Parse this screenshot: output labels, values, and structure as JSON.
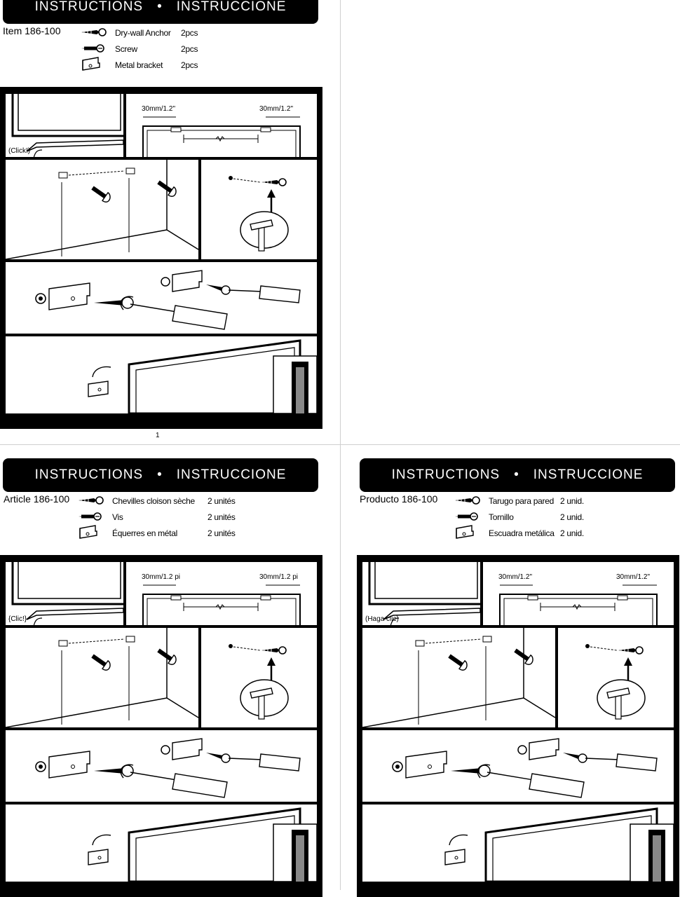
{
  "sheets": [
    {
      "id": "en",
      "header": {
        "left": "INSTRUCTIONS",
        "bullet": "•",
        "right": "INSTRUCCIONE"
      },
      "item_label": "Item 186-100",
      "parts": [
        {
          "name": "Dry-wall Anchor",
          "qty": "2pcs",
          "icon": "drywall-anchor-icon"
        },
        {
          "name": "Screw",
          "qty": "2pcs",
          "icon": "screw-icon"
        },
        {
          "name": "Metal bracket",
          "qty": "2pcs",
          "icon": "metal-bracket-icon"
        }
      ],
      "click_label": "(Click!)",
      "measure_left": "30mm/1.2\"",
      "measure_right": "30mm/1.2\"",
      "page_number": "1"
    },
    {
      "id": "fr",
      "header": {
        "left": "INSTRUCTIONS",
        "bullet": "•",
        "right": "INSTRUCCIONE"
      },
      "item_label": "Article 186-100",
      "parts": [
        {
          "name": "Chevilles cloison sèche",
          "qty": "2 unités",
          "icon": "drywall-anchor-icon"
        },
        {
          "name": "Vis",
          "qty": "2 unités",
          "icon": "screw-icon"
        },
        {
          "name": "Équerres en métal",
          "qty": "2 unités",
          "icon": "metal-bracket-icon"
        }
      ],
      "click_label": "{Clic!}",
      "measure_left": "30mm/1.2 pi",
      "measure_right": "30mm/1.2 pi"
    },
    {
      "id": "es",
      "header": {
        "left": "INSTRUCTIONS",
        "bullet": "•",
        "right": "INSTRUCCIONE"
      },
      "item_label": "Producto 186-100",
      "parts": [
        {
          "name": "Tarugo para pared",
          "qty": "2 unid.",
          "icon": "drywall-anchor-icon"
        },
        {
          "name": "Tornillo",
          "qty": "2 unid.",
          "icon": "screw-icon"
        },
        {
          "name": "Escuadra metálica",
          "qty": "2 unid.",
          "icon": "metal-bracket-icon"
        }
      ],
      "click_label": "(Haga clic)",
      "measure_left": "30mm/1.2\"",
      "measure_right": "30mm/1.2\""
    }
  ],
  "colors": {
    "frame": "#000000",
    "header_bg": "#000000",
    "header_text": "#ffffff",
    "divider": "#cfcfcf"
  }
}
